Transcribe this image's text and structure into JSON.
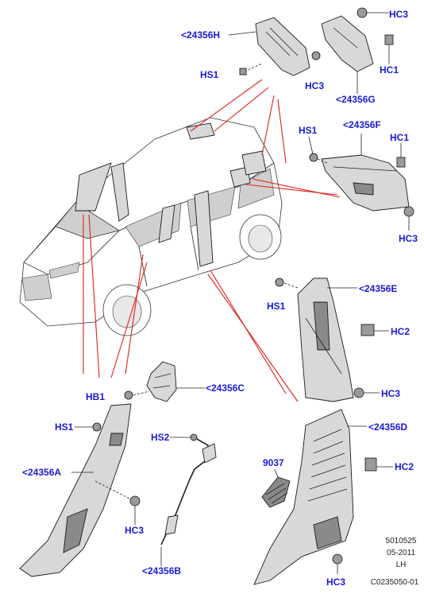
{
  "callouts": {
    "hc3_top": "HC3",
    "p24356h": "<24356H",
    "hs1_top": "HS1",
    "hc3_mid": "HC3",
    "hc1_top": "HC1",
    "p24356g": "<24356G",
    "p24356f": "<24356F",
    "hs1_f": "HS1",
    "hc1_f": "HC1",
    "hc3_f": "HC3",
    "p24356e": "<24356E",
    "hs1_e": "HS1",
    "hc2_e": "HC2",
    "hc3_e": "HC3",
    "hb1": "HB1",
    "p24356c": "<24356C",
    "hs1_a": "HS1",
    "p24356a": "<24356A",
    "hc3_a": "HC3",
    "hs2": "HS2",
    "p24356b": "<24356B",
    "p9037": "9037",
    "p24356d": "<24356D",
    "hc2_d": "HC2",
    "hc3_d": "HC3"
  },
  "caption": {
    "line1": "5010525",
    "line2": "05-2011",
    "line3": "LH",
    "line4": "C0235050-01"
  },
  "colors": {
    "callout": "#1a1ad6",
    "leader_red": "#e0201b",
    "part_fill": "#d8d8d8",
    "part_dark": "#8a8a8a"
  }
}
